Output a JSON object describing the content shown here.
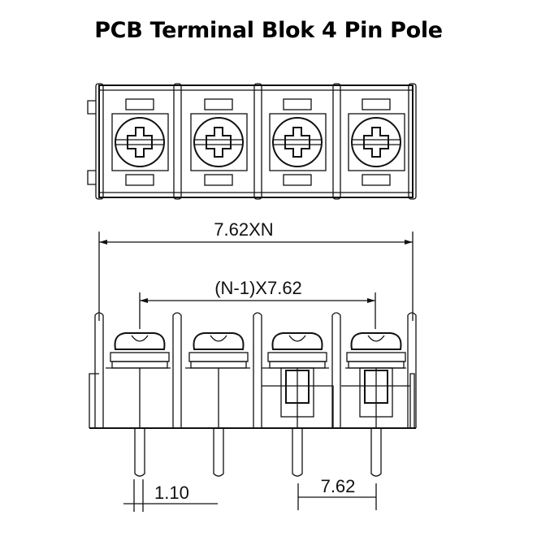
{
  "title": "PCB Terminal Blok 4 Pin Pole",
  "pin_count": 4,
  "dimensions": {
    "overall_width": "7.62XN",
    "pin_span": "(N-1)X7.62",
    "pin_diameter": "1.10",
    "pin_pitch": "7.62"
  }
}
